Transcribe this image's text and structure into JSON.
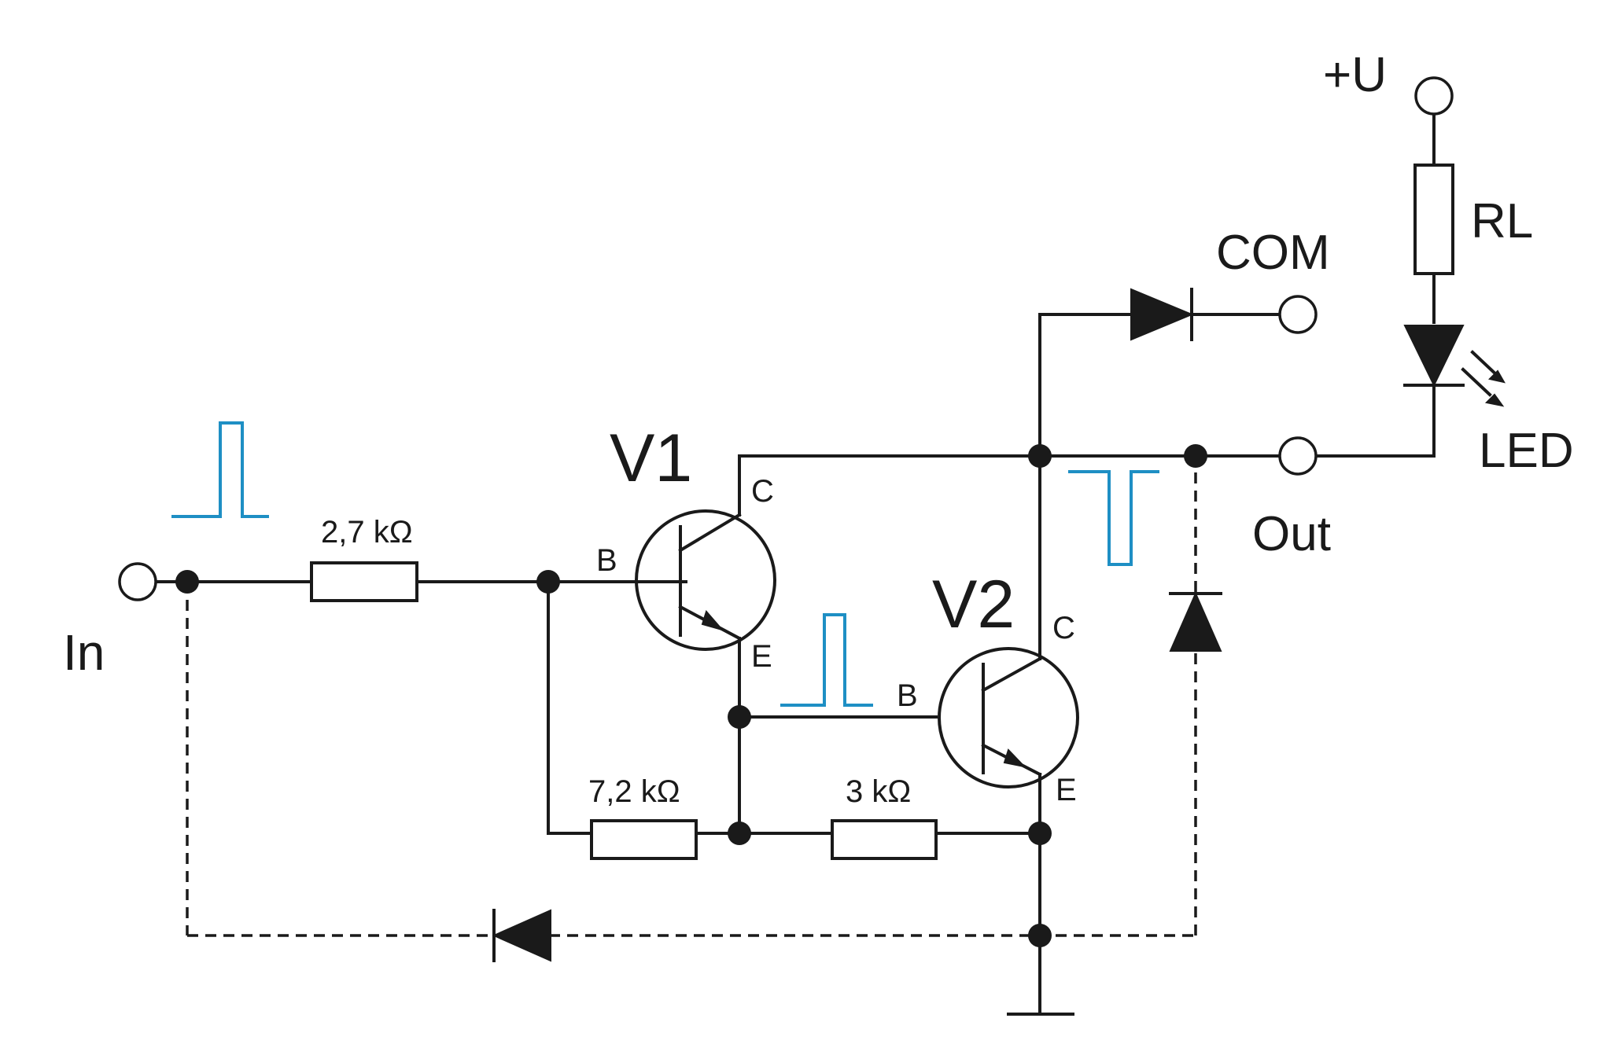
{
  "labels": {
    "input": "In",
    "supply": "+U",
    "load": "RL",
    "led": "LED",
    "com": "COM",
    "output": "Out",
    "v1": "V1",
    "v2": "V2",
    "v1_collector": "C",
    "v1_base": "B",
    "v1_emitter": "E",
    "v2_collector": "C",
    "v2_base": "B",
    "v2_emitter": "E"
  },
  "resistors": {
    "r_input": "2,7 kΩ",
    "r_bias": "7,2 kΩ",
    "r_emitter": "3 kΩ"
  },
  "colors": {
    "wire": "#1a1a1a",
    "pulse": "#1e8fc4",
    "background": "#ffffff"
  }
}
